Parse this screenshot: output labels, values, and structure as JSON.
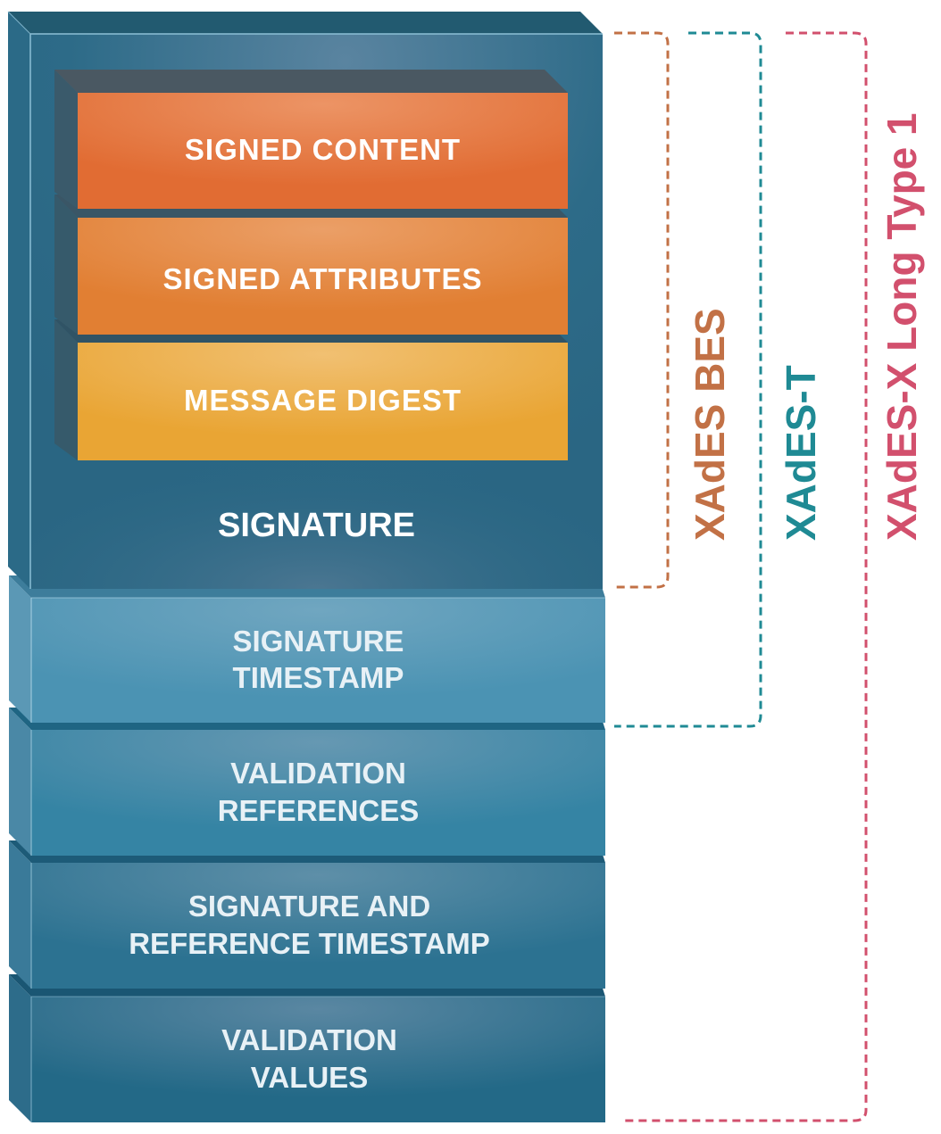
{
  "diagram": {
    "signature_block": {
      "title": "SIGNATURE",
      "inner_layers": [
        {
          "label": "SIGNED CONTENT",
          "color": "#e36d35"
        },
        {
          "label": "SIGNED ATTRIBUTES",
          "color": "#e37f36"
        },
        {
          "label": "MESSAGE DIGEST",
          "color": "#eaa535"
        }
      ]
    },
    "outer_layers": [
      {
        "line1": "SIGNATURE",
        "line2": "TIMESTAMP",
        "color": "#4f95b4"
      },
      {
        "line1": "VALIDATION",
        "line2": "REFERENCES",
        "color": "#3886a5"
      },
      {
        "line1": "SIGNATURE AND",
        "line2": "REFERENCE TIMESTAMP",
        "color": "#2f7594"
      },
      {
        "line1": "VALIDATION",
        "line2": "VALUES",
        "color": "#256a88"
      }
    ],
    "brackets": [
      {
        "label": "XAdES BES",
        "color": "#c27146",
        "covers": [
          "SIGNATURE"
        ]
      },
      {
        "label": "XAdES-T",
        "color": "#1f8a94",
        "covers": [
          "SIGNATURE",
          "SIGNATURE TIMESTAMP"
        ]
      },
      {
        "label": "XAdES-X Long Type 1",
        "color": "#d2506d",
        "covers": [
          "SIGNATURE",
          "SIGNATURE TIMESTAMP",
          "VALIDATION REFERENCES",
          "SIGNATURE AND REFERENCE TIMESTAMP",
          "VALIDATION VALUES"
        ]
      }
    ]
  }
}
